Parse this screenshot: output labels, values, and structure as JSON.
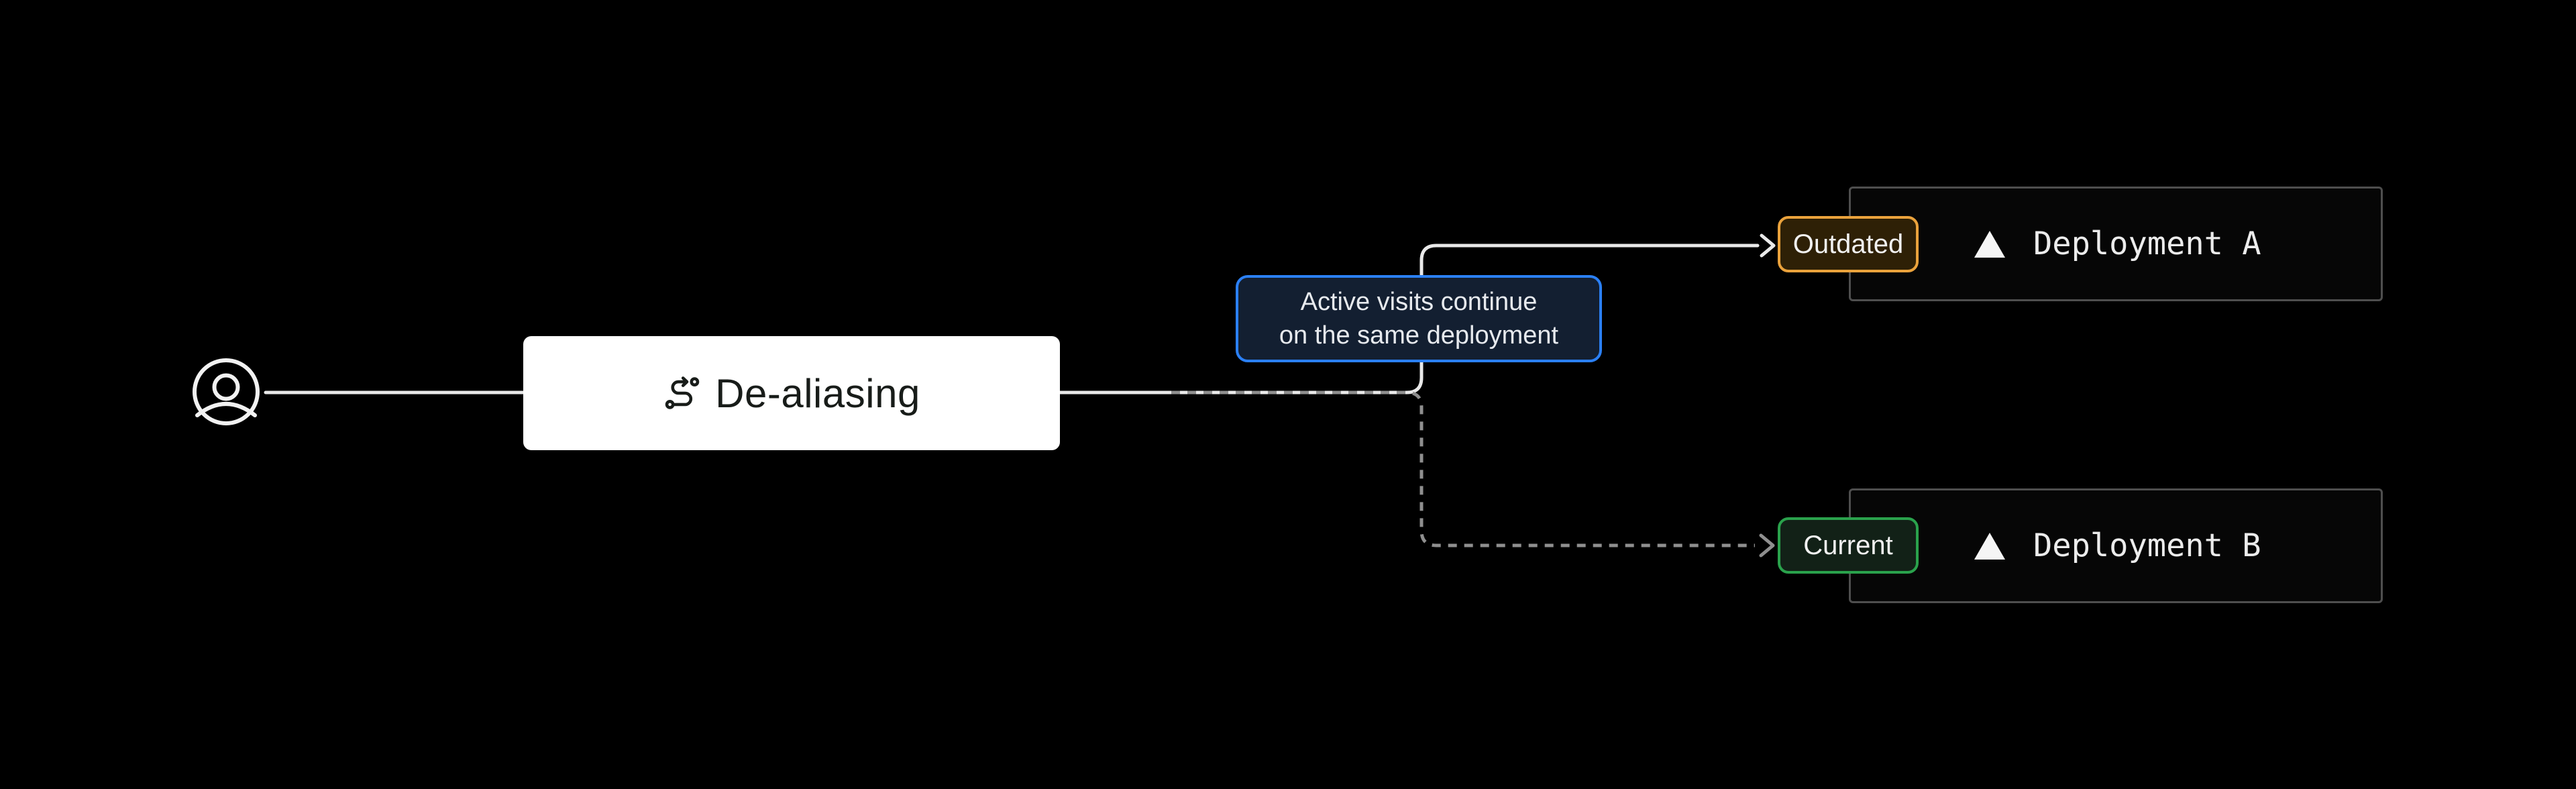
{
  "diagram": {
    "background": "#000000",
    "process": {
      "label": "De-aliasing",
      "icon": "route-icon",
      "bg": "#ffffff",
      "text_color": "#181c19"
    },
    "tooltip": {
      "line1": "Active visits continue",
      "line2": "on the same deployment",
      "bg": "#131f31",
      "border_color": "#2b80f6",
      "text_color": "#e7eaee"
    },
    "deployments": [
      {
        "name": "Deployment A",
        "badge": "Outdated",
        "badge_bg": "#2e2006",
        "badge_border": "#eaa23c",
        "connector": "solid-arrow",
        "logo": "vercel-triangle-icon"
      },
      {
        "name": "Deployment B",
        "badge": "Current",
        "badge_bg": "#122117",
        "badge_border": "#2aa24c",
        "connector": "dashed-arrow",
        "logo": "vercel-triangle-icon"
      }
    ],
    "connectors": {
      "solid_color": "#e9e9e9",
      "dashed_color": "#8f8f8f"
    },
    "card": {
      "bg": "#060606",
      "border_color": "#4e4e4e",
      "text_color": "#ececec"
    },
    "user": {
      "icon": "user-circle-icon",
      "color": "#f2f2f2"
    }
  }
}
